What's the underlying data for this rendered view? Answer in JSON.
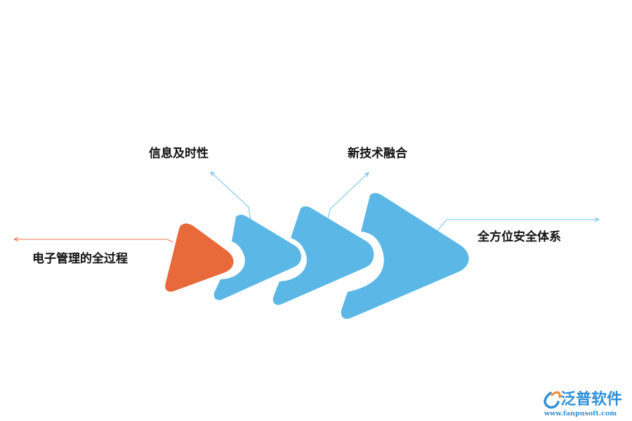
{
  "labels": {
    "process": "电子管理的全过程",
    "timeliness": "信息及时性",
    "tech": "新技术融合",
    "security": "全方位安全体系"
  },
  "colors": {
    "orange": "#E86A3A",
    "blue": "#5BB7E6",
    "blue_line": "#6EC0E8",
    "orange_line": "#E8764C",
    "logo_blue": "#2F8FD8",
    "logo_orange": "#F08A30"
  },
  "logo": {
    "name": "泛普软件",
    "url": "www.fanpusoft.com",
    "icon": "fanpu-logo-icon"
  }
}
